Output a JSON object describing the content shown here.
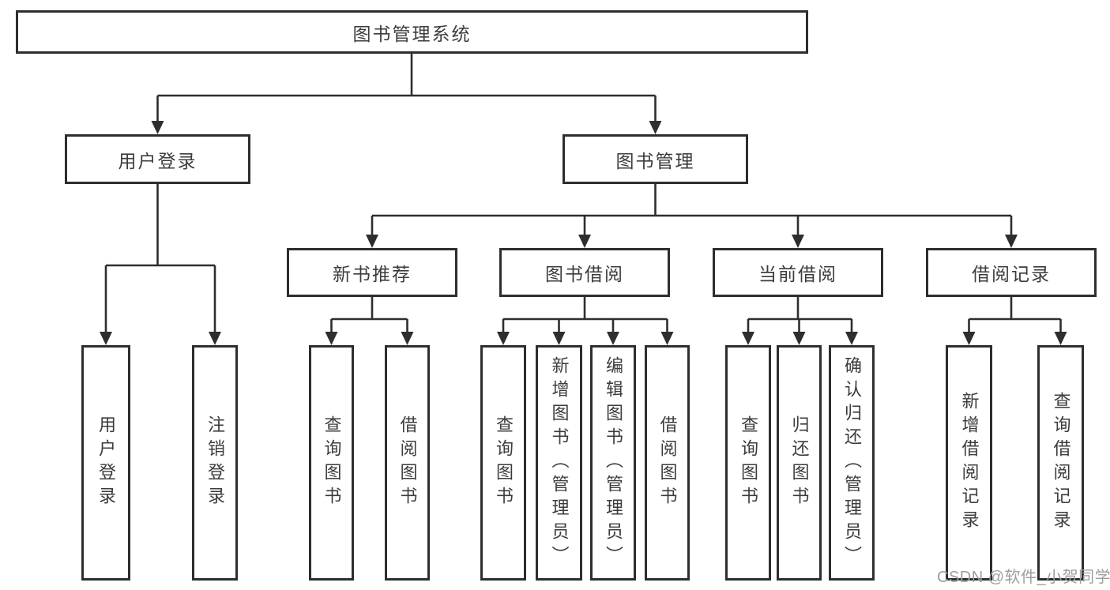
{
  "colors": {
    "line": "#2e2e2e",
    "text": "#3c3c3c",
    "watermark": "#9e9e9e",
    "bg": "#ffffff"
  },
  "tree": {
    "root": {
      "label": "图书管理系统"
    },
    "branches": [
      {
        "label": "用户登录",
        "children": [
          {
            "label": "用户登录"
          },
          {
            "label": "注销登录"
          }
        ]
      },
      {
        "label": "图书管理",
        "children": [
          {
            "label": "新书推荐",
            "children": [
              {
                "label": "查询图书"
              },
              {
                "label": "借阅图书"
              }
            ]
          },
          {
            "label": "图书借阅",
            "children": [
              {
                "label": "查询图书"
              },
              {
                "label": "新增图书（管理员）"
              },
              {
                "label": "编辑图书（管理员）"
              },
              {
                "label": "借阅图书"
              }
            ]
          },
          {
            "label": "当前借阅",
            "children": [
              {
                "label": "查询图书"
              },
              {
                "label": "归还图书"
              },
              {
                "label": "确认归还（管理员）"
              }
            ]
          },
          {
            "label": "借阅记录",
            "children": [
              {
                "label": "新增借阅记录"
              },
              {
                "label": "查询借阅记录"
              }
            ]
          }
        ]
      }
    ]
  },
  "watermark": "CSDN @软件_小贺同学"
}
